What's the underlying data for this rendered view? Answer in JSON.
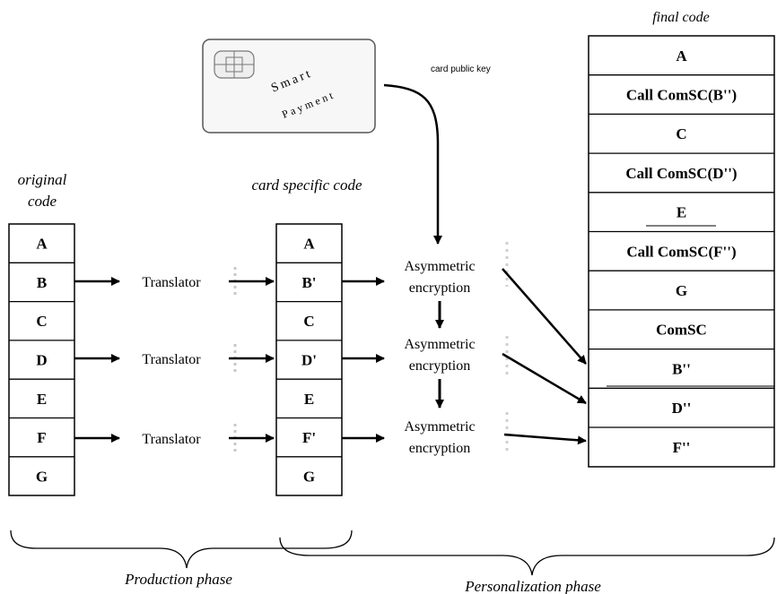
{
  "card": {
    "label_line1": "Smart",
    "label_line2": "Payment"
  },
  "card_public_key_label": "card public key",
  "original_code": {
    "title_line1": "original",
    "title_line2": "code",
    "cells": [
      "A",
      "B",
      "C",
      "D",
      "E",
      "F",
      "G"
    ]
  },
  "card_specific_code": {
    "title": "card specific code",
    "cells": [
      "A",
      "B'",
      "C",
      "D'",
      "E",
      "F'",
      "G"
    ]
  },
  "translators": [
    "Translator",
    "Translator",
    "Translator"
  ],
  "encryptions": [
    {
      "line1": "Asymmetric",
      "line2": "encryption"
    },
    {
      "line1": "Asymmetric",
      "line2": "encryption"
    },
    {
      "line1": "Asymmetric",
      "line2": "encryption"
    }
  ],
  "final_code": {
    "title": "final code",
    "cells": [
      "A",
      "Call ComSC(B'')",
      "C",
      "Call ComSC(D'')",
      "E",
      "Call ComSC(F'')",
      "G",
      "ComSC",
      "B''",
      "D''",
      "F''"
    ]
  },
  "phases": {
    "production": "Production  phase",
    "personalization": "Personalization  phase"
  },
  "colors": {
    "ink": "#000000",
    "card_border": "#555555",
    "card_fill": "#f7f7f7"
  }
}
